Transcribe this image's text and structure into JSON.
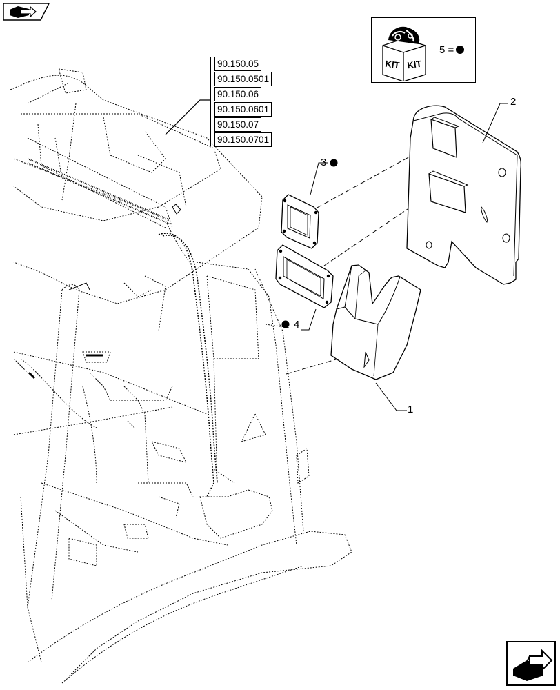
{
  "references": [
    "90.150.05",
    "90.150.0501",
    "90.150.06",
    "90.150.0601",
    "90.150.07",
    "90.150.0701"
  ],
  "callouts": {
    "c1": "1",
    "c2": "2",
    "c3": "3",
    "c4": "4"
  },
  "kit": {
    "icon_text_left": "KIT",
    "icon_text_right": "KIT",
    "legend": "5 ="
  },
  "icons": {
    "nav_tab": "previous-page-icon",
    "nav_big": "next-page-icon",
    "kit": "kit-box-icon"
  }
}
